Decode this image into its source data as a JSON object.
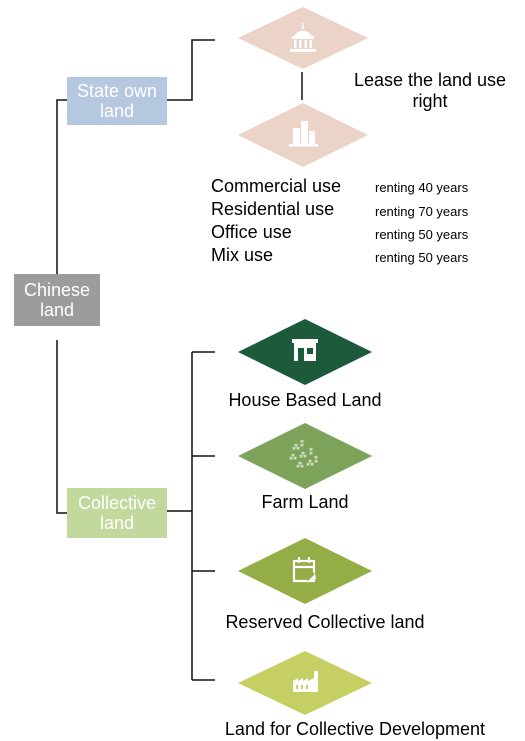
{
  "root": {
    "label": "Chinese land",
    "color": "#9c9c9c"
  },
  "state": {
    "label": "State own land",
    "color": "#b5c8e0",
    "policy": "Lease the land use right",
    "diamond_color": "#ecd3c8",
    "icons": [
      "government-building-icon",
      "city-buildings-icon"
    ],
    "uses": [
      {
        "name": "Commercial use",
        "term": "renting 40 years"
      },
      {
        "name": "Residential use",
        "term": "renting 70 years"
      },
      {
        "name": "Office use",
        "term": "renting 50 years"
      },
      {
        "name": "Mix use",
        "term": "renting 50 years"
      }
    ]
  },
  "collective": {
    "label": "Collective land",
    "color": "#c3d89c",
    "types": [
      {
        "label": "House Based Land",
        "color": "#1d5a3c",
        "icon": "house-icon"
      },
      {
        "label": "Farm Land",
        "color": "#7da25a",
        "icon": "crops-icon"
      },
      {
        "label": "Reserved Collective land",
        "color": "#95ad46",
        "icon": "calendar-icon"
      },
      {
        "label": "Land for Collective Development",
        "color": "#c6cf64",
        "icon": "factory-icon"
      }
    ]
  }
}
